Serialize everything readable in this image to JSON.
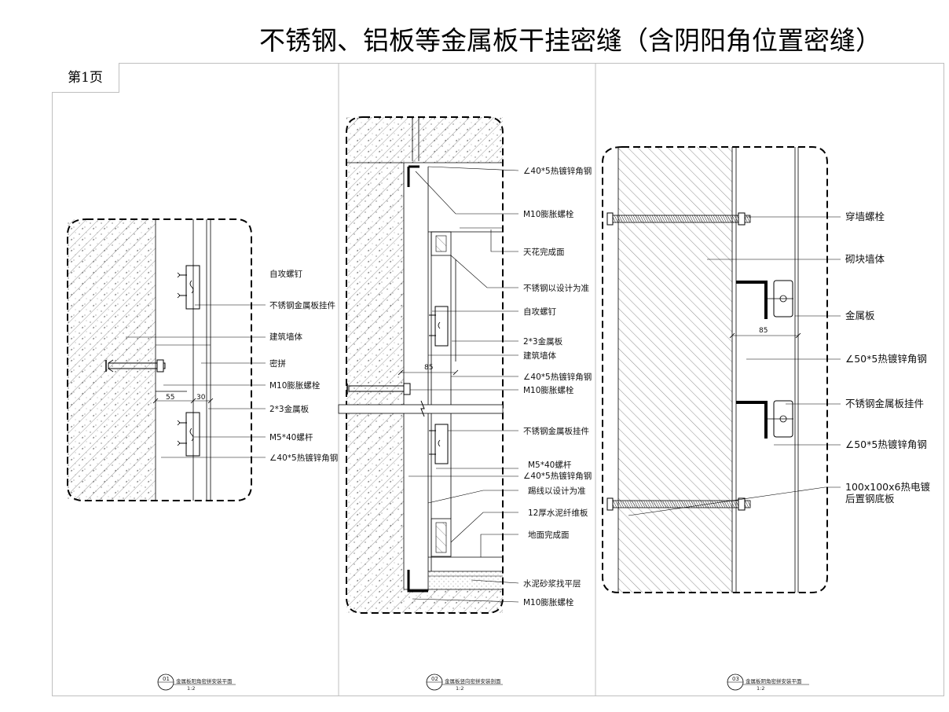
{
  "title": "不锈钢、铝板等金属板干挂密缝（含阴阳角位置密缝）",
  "page_tab": "第1页",
  "detail1": {
    "labels": [
      "自攻螺钉",
      "不锈钢金属板挂件",
      "建筑墙体",
      "密拼",
      "M10膨胀螺栓",
      "2*3金属板",
      "M5*40螺杆",
      "∠40*5热镀锌角钢"
    ],
    "dims": [
      "55",
      "30"
    ],
    "caption": {
      "num": "01",
      "text": "金属板阳角密拼安装平面",
      "sub": "1:2"
    }
  },
  "detail2": {
    "labels": [
      "∠40*5热镀锌角钢",
      "M10膨胀螺栓",
      "天花完成面",
      "不锈钢以设计为准",
      "自攻螺钉",
      "2*3金属板",
      "建筑墙体",
      "∠40*5热镀锌角钢",
      "M10膨胀螺栓",
      "不锈钢金属板挂件",
      "M5*40螺杆",
      "∠40*5热镀锌角钢",
      "踢线以设计为准",
      "12厚水泥纤维板",
      "地面完成面",
      "水泥砂浆找平层",
      "M10膨胀螺栓"
    ],
    "dims": [
      "85"
    ],
    "caption": {
      "num": "02",
      "text": "金属板竖向密拼安装剖面",
      "sub": "1:2"
    }
  },
  "detail3": {
    "labels": [
      "穿墙螺栓",
      "砌块墙体",
      "金属板",
      "∠50*5热镀锌角钢",
      "不锈钢金属板挂件",
      "∠50*5热镀锌角钢",
      "100x100x6热电镀",
      "后置钢底板"
    ],
    "dims": [
      "85"
    ],
    "caption": {
      "num": "03",
      "text": "金属板阴角密拼安装平面",
      "sub": "1:2"
    }
  }
}
